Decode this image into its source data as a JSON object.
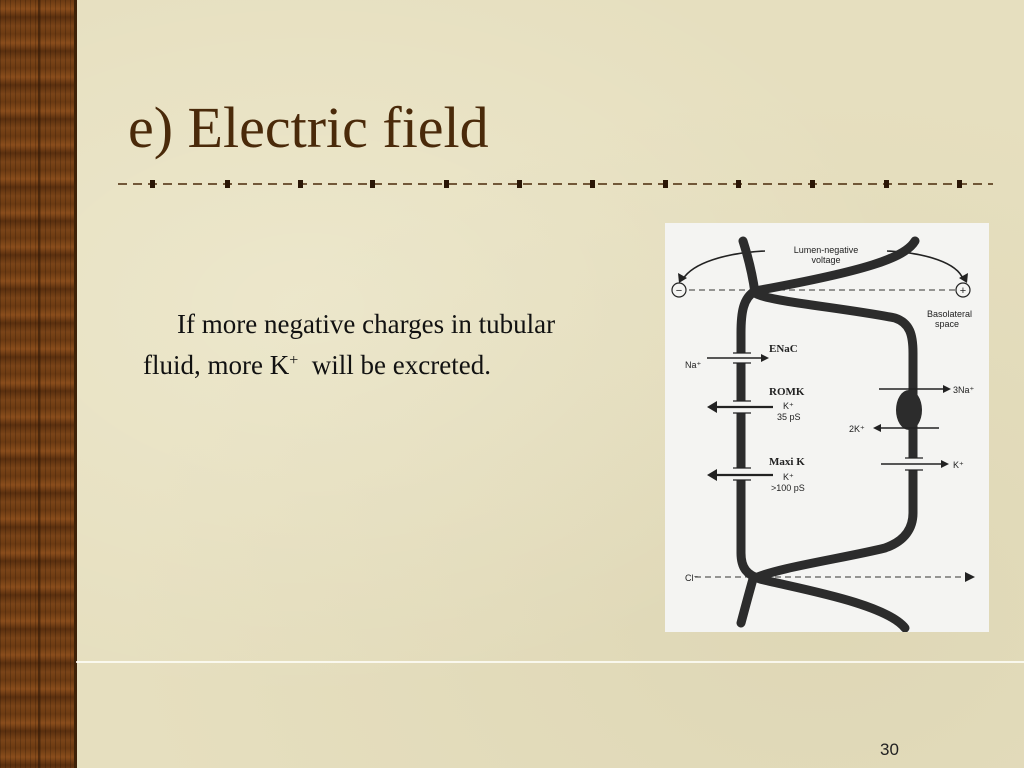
{
  "slide": {
    "title": "e) Electric field",
    "body": {
      "line1": "If more negative charges in",
      "line2_pre": "tubular fluid, more K",
      "line2_sup": "+",
      "line2_post": "  will be",
      "line3": "excreted."
    },
    "page_number": "30"
  },
  "figure": {
    "top_label_1": "Lumen-negative",
    "top_label_2": "voltage",
    "minus_sign": "−",
    "plus_sign": "+",
    "basolateral_1": "Basolateral",
    "basolateral_2": "space",
    "enac": "ENaC",
    "na": "Na⁺",
    "romk": "ROMK",
    "romk_k": "K⁺",
    "romk_ps": "35 pS",
    "maxik": "Maxi K",
    "maxik_k": "K⁺",
    "maxik_ps": ">100 pS",
    "na3": "3Na⁺",
    "k2": "2K⁺",
    "k_out": "K⁺",
    "cl": "Cl⁻"
  },
  "colors": {
    "title": "#4a2a0a",
    "wood": "#6b3a12",
    "background": "#e6dfbf"
  }
}
